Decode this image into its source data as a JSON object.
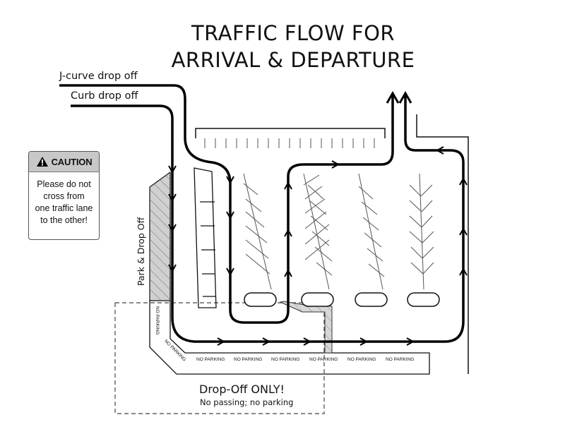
{
  "title": {
    "line1": "TRAFFIC FLOW FOR",
    "line2": "ARRIVAL & DEPARTURE"
  },
  "lanes": {
    "jcurve": "J-curve drop off",
    "curb": "Curb drop off"
  },
  "caution": {
    "icon": "warning-triangle-icon",
    "heading": "CAUTION",
    "lines": [
      "Please do not",
      "cross from",
      "one traffic lane",
      "to the other!"
    ]
  },
  "park_drop": "Park & Drop Off",
  "no_parking": "NO PARKING",
  "dropoff_zone": {
    "title": "Drop-Off ONLY!",
    "subtitle": "No passing; no parking"
  }
}
